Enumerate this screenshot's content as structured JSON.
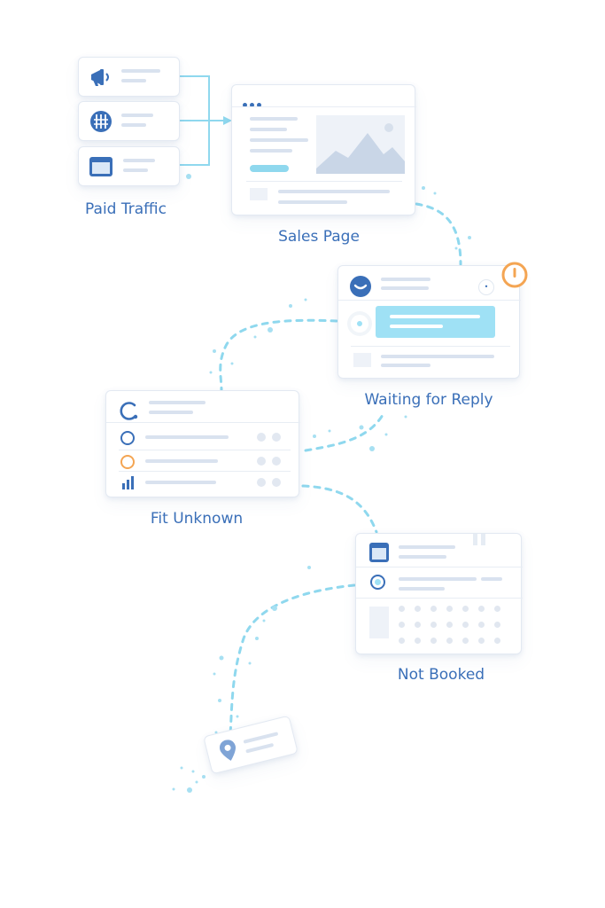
{
  "stages": {
    "paid_traffic": "Paid Traffic",
    "sales_page": "Sales Page",
    "waiting_for_reply": "Waiting for Reply",
    "fit_unknown": "Fit Unknown",
    "not_booked": "Not Booked"
  },
  "colors": {
    "accent": "#3a6fb8",
    "path": "#8fd8ee",
    "highlight": "#9fe1f5",
    "warning": "#f4a553"
  },
  "icons": {
    "ad_source_1": "megaphone-icon",
    "ad_source_2": "globe-icon",
    "ad_source_3": "browser-window-icon",
    "chat": "chat-bubble-icon",
    "alert": "warning-circle-icon",
    "calendar": "calendar-icon",
    "location": "location-pin-icon"
  }
}
